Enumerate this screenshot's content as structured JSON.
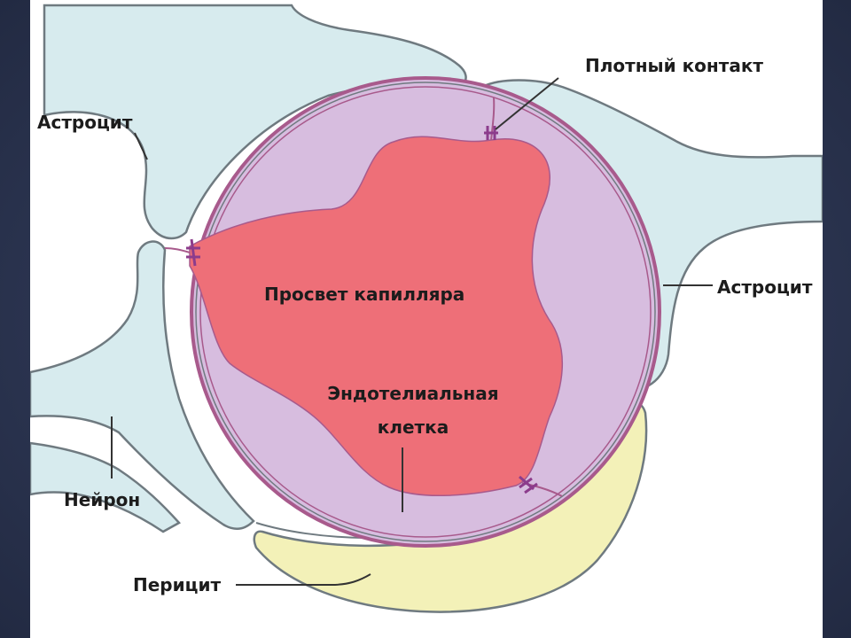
{
  "labels": {
    "tight_junction": "Плотный контакт",
    "astrocyte_left": "Астроцит",
    "astrocyte_right": "Астроцит",
    "lumen": "Просвет капилляра",
    "endothelial_line1": "Эндотелиальная",
    "endothelial_line2": "клетка",
    "neuron": "Нейрон",
    "pericyte": "Перицит"
  },
  "colors": {
    "astrocyte_fill": "#d7ebee",
    "cell_outline": "#6f7a80",
    "endothelium_fill": "#d7bddf",
    "basement_membrane": "#a85a8c",
    "lumen_fill": "#ee6f78",
    "pericyte_fill": "#f3f1b8",
    "junction": "#8c3c8c",
    "background": "#27304a"
  }
}
